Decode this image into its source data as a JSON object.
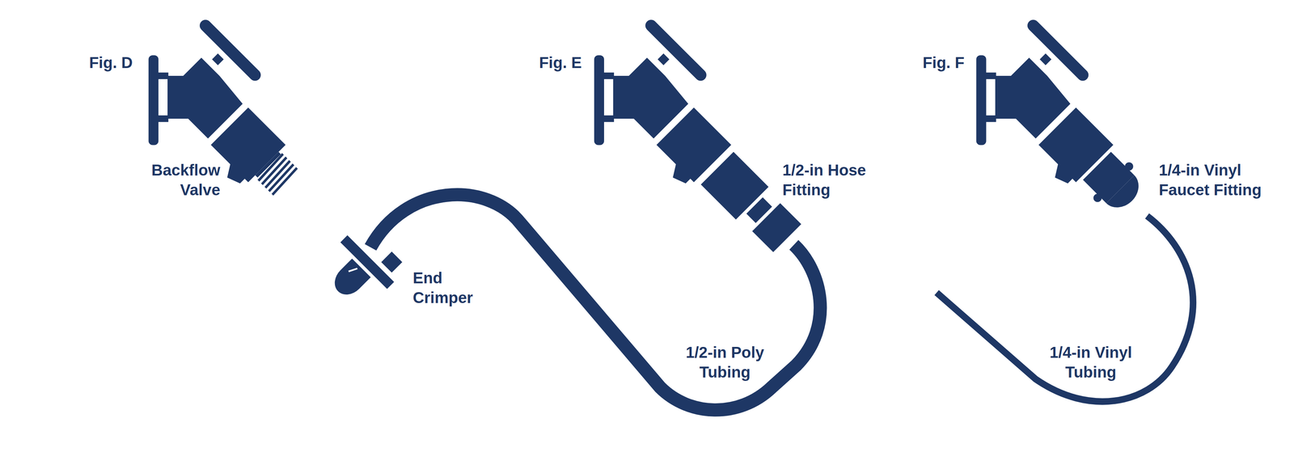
{
  "diagram": {
    "labels": [
      "Fig. D",
      "Backflow Valve",
      "Fig. E",
      "1/2-in Hose Fitting",
      "End Crimper",
      "1/2-in Poly Tubing",
      "Fig. F",
      "1/4-in Vinyl Faucet Fitting",
      "1/4-in Vinyl Tubing"
    ]
  }
}
